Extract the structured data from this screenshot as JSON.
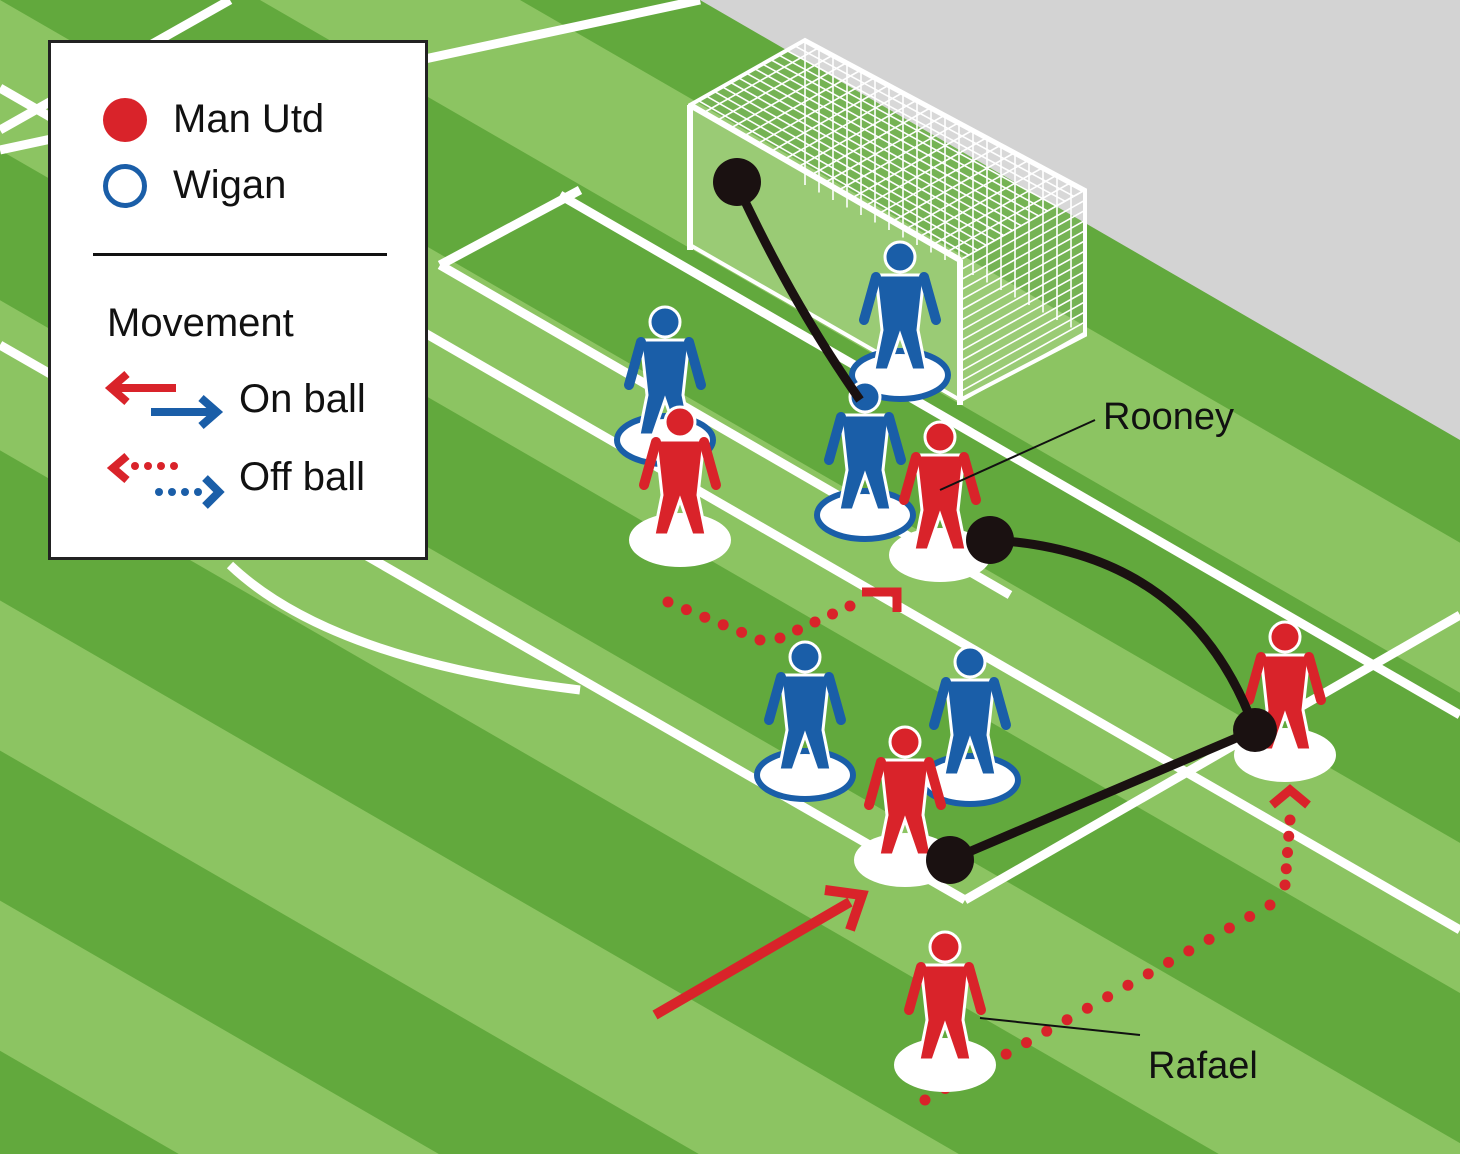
{
  "legend": {
    "team_home": "Man Utd",
    "team_away": "Wigan",
    "movement_title": "Movement",
    "on_ball": "On ball",
    "off_ball": "Off ball"
  },
  "labels": {
    "rooney": "Rooney",
    "rafael": "Rafael"
  },
  "colors": {
    "home": "#d9232a",
    "away": "#1a5ea8",
    "pitch_dark": "#62a93d",
    "pitch_light": "#8cc462",
    "ball_path": "#1a1111",
    "offpitch": "#d3d3d3"
  }
}
